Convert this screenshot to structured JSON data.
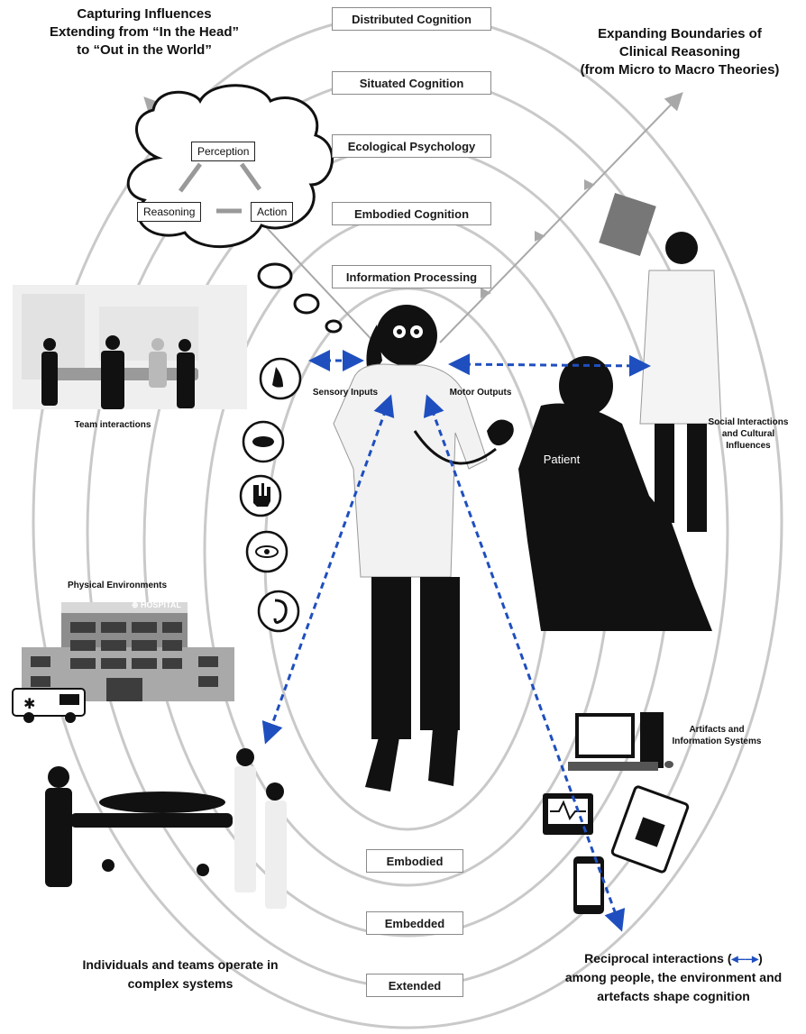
{
  "layers": [
    "Distributed Cognition",
    "Situated Cognition",
    "Ecological Psychology",
    "Embodied Cognition",
    "Information Processing"
  ],
  "bottom_layers": [
    "Embodied",
    "Embedded",
    "Extended"
  ],
  "headings": {
    "left_title": [
      "Capturing Influences",
      "Extending from “In the Head”",
      "to “Out in the World”"
    ],
    "right_title": [
      "Expanding Boundaries of",
      "Clinical Reasoning",
      "(from Micro to Macro Theories)"
    ]
  },
  "cloud": {
    "perception": "Perception",
    "reasoning": "Reasoning",
    "action": "Action"
  },
  "labels": {
    "sensory_inputs": "Sensory Inputs",
    "motor_outputs": "Motor Outputs",
    "patient": "Patient",
    "team": "Team interactions",
    "physical_env": "Physical Environments",
    "hospital": "HOSPITAL",
    "social": [
      "Social Interactions",
      "and Cultural",
      "Influences"
    ],
    "artifacts": [
      "Artifacts and",
      "Information Systems"
    ]
  },
  "footer": {
    "left": [
      "Individuals and teams operate in",
      "complex systems"
    ],
    "right_line1_a": "Reciprocal interactions (",
    "right_line1_b": ")",
    "right_line2": "among people, the environment and",
    "right_line3": "artefacts shape cognition"
  },
  "icons": [
    "nose-icon",
    "mouth-icon",
    "hand-icon",
    "eye-icon",
    "ear-icon",
    "gear-icon",
    "stethoscope-icon",
    "monitor-icon",
    "phone-icon",
    "clipboard-icon",
    "ambulance-icon"
  ],
  "colors": {
    "arrow_blue": "#1f4fbf",
    "ring_gray": "#c8c8c8",
    "silhouette": "#111111"
  }
}
